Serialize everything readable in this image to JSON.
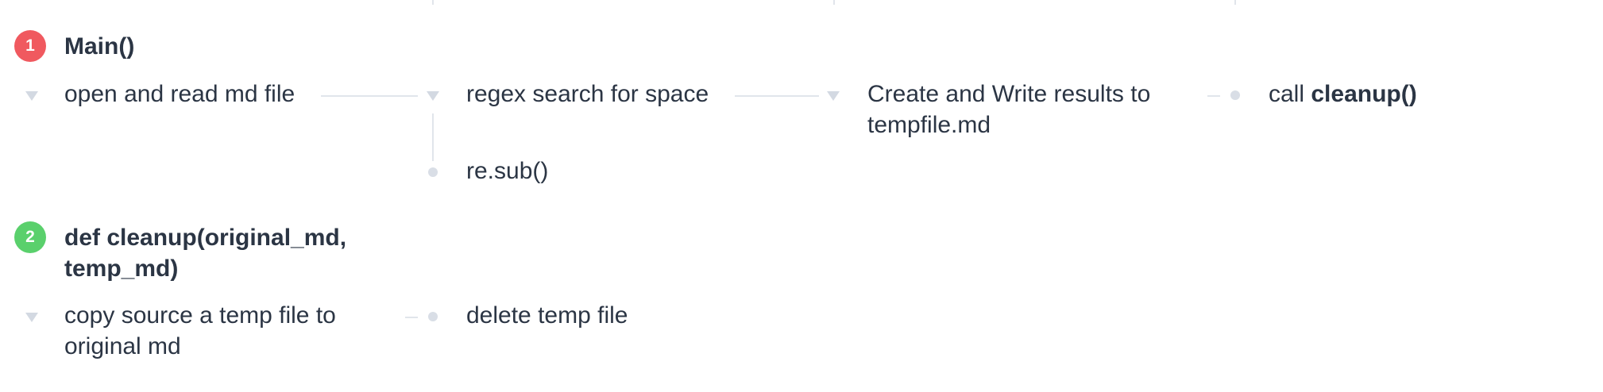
{
  "sections": [
    {
      "number": "1",
      "color": "#f0595f",
      "title": "Main()",
      "nodes": {
        "open_read": "open and read md file",
        "regex": "regex search for space",
        "create_write": "Create and Write results to tempfile.md",
        "call_prefix": "call ",
        "call_fn": "cleanup()",
        "resub": "re.sub()"
      }
    },
    {
      "number": "2",
      "color": "#5ad06c",
      "title": "def cleanup(original_md, temp_md)",
      "nodes": {
        "copy": "copy source a temp file to original md",
        "delete": "delete temp file"
      }
    }
  ]
}
